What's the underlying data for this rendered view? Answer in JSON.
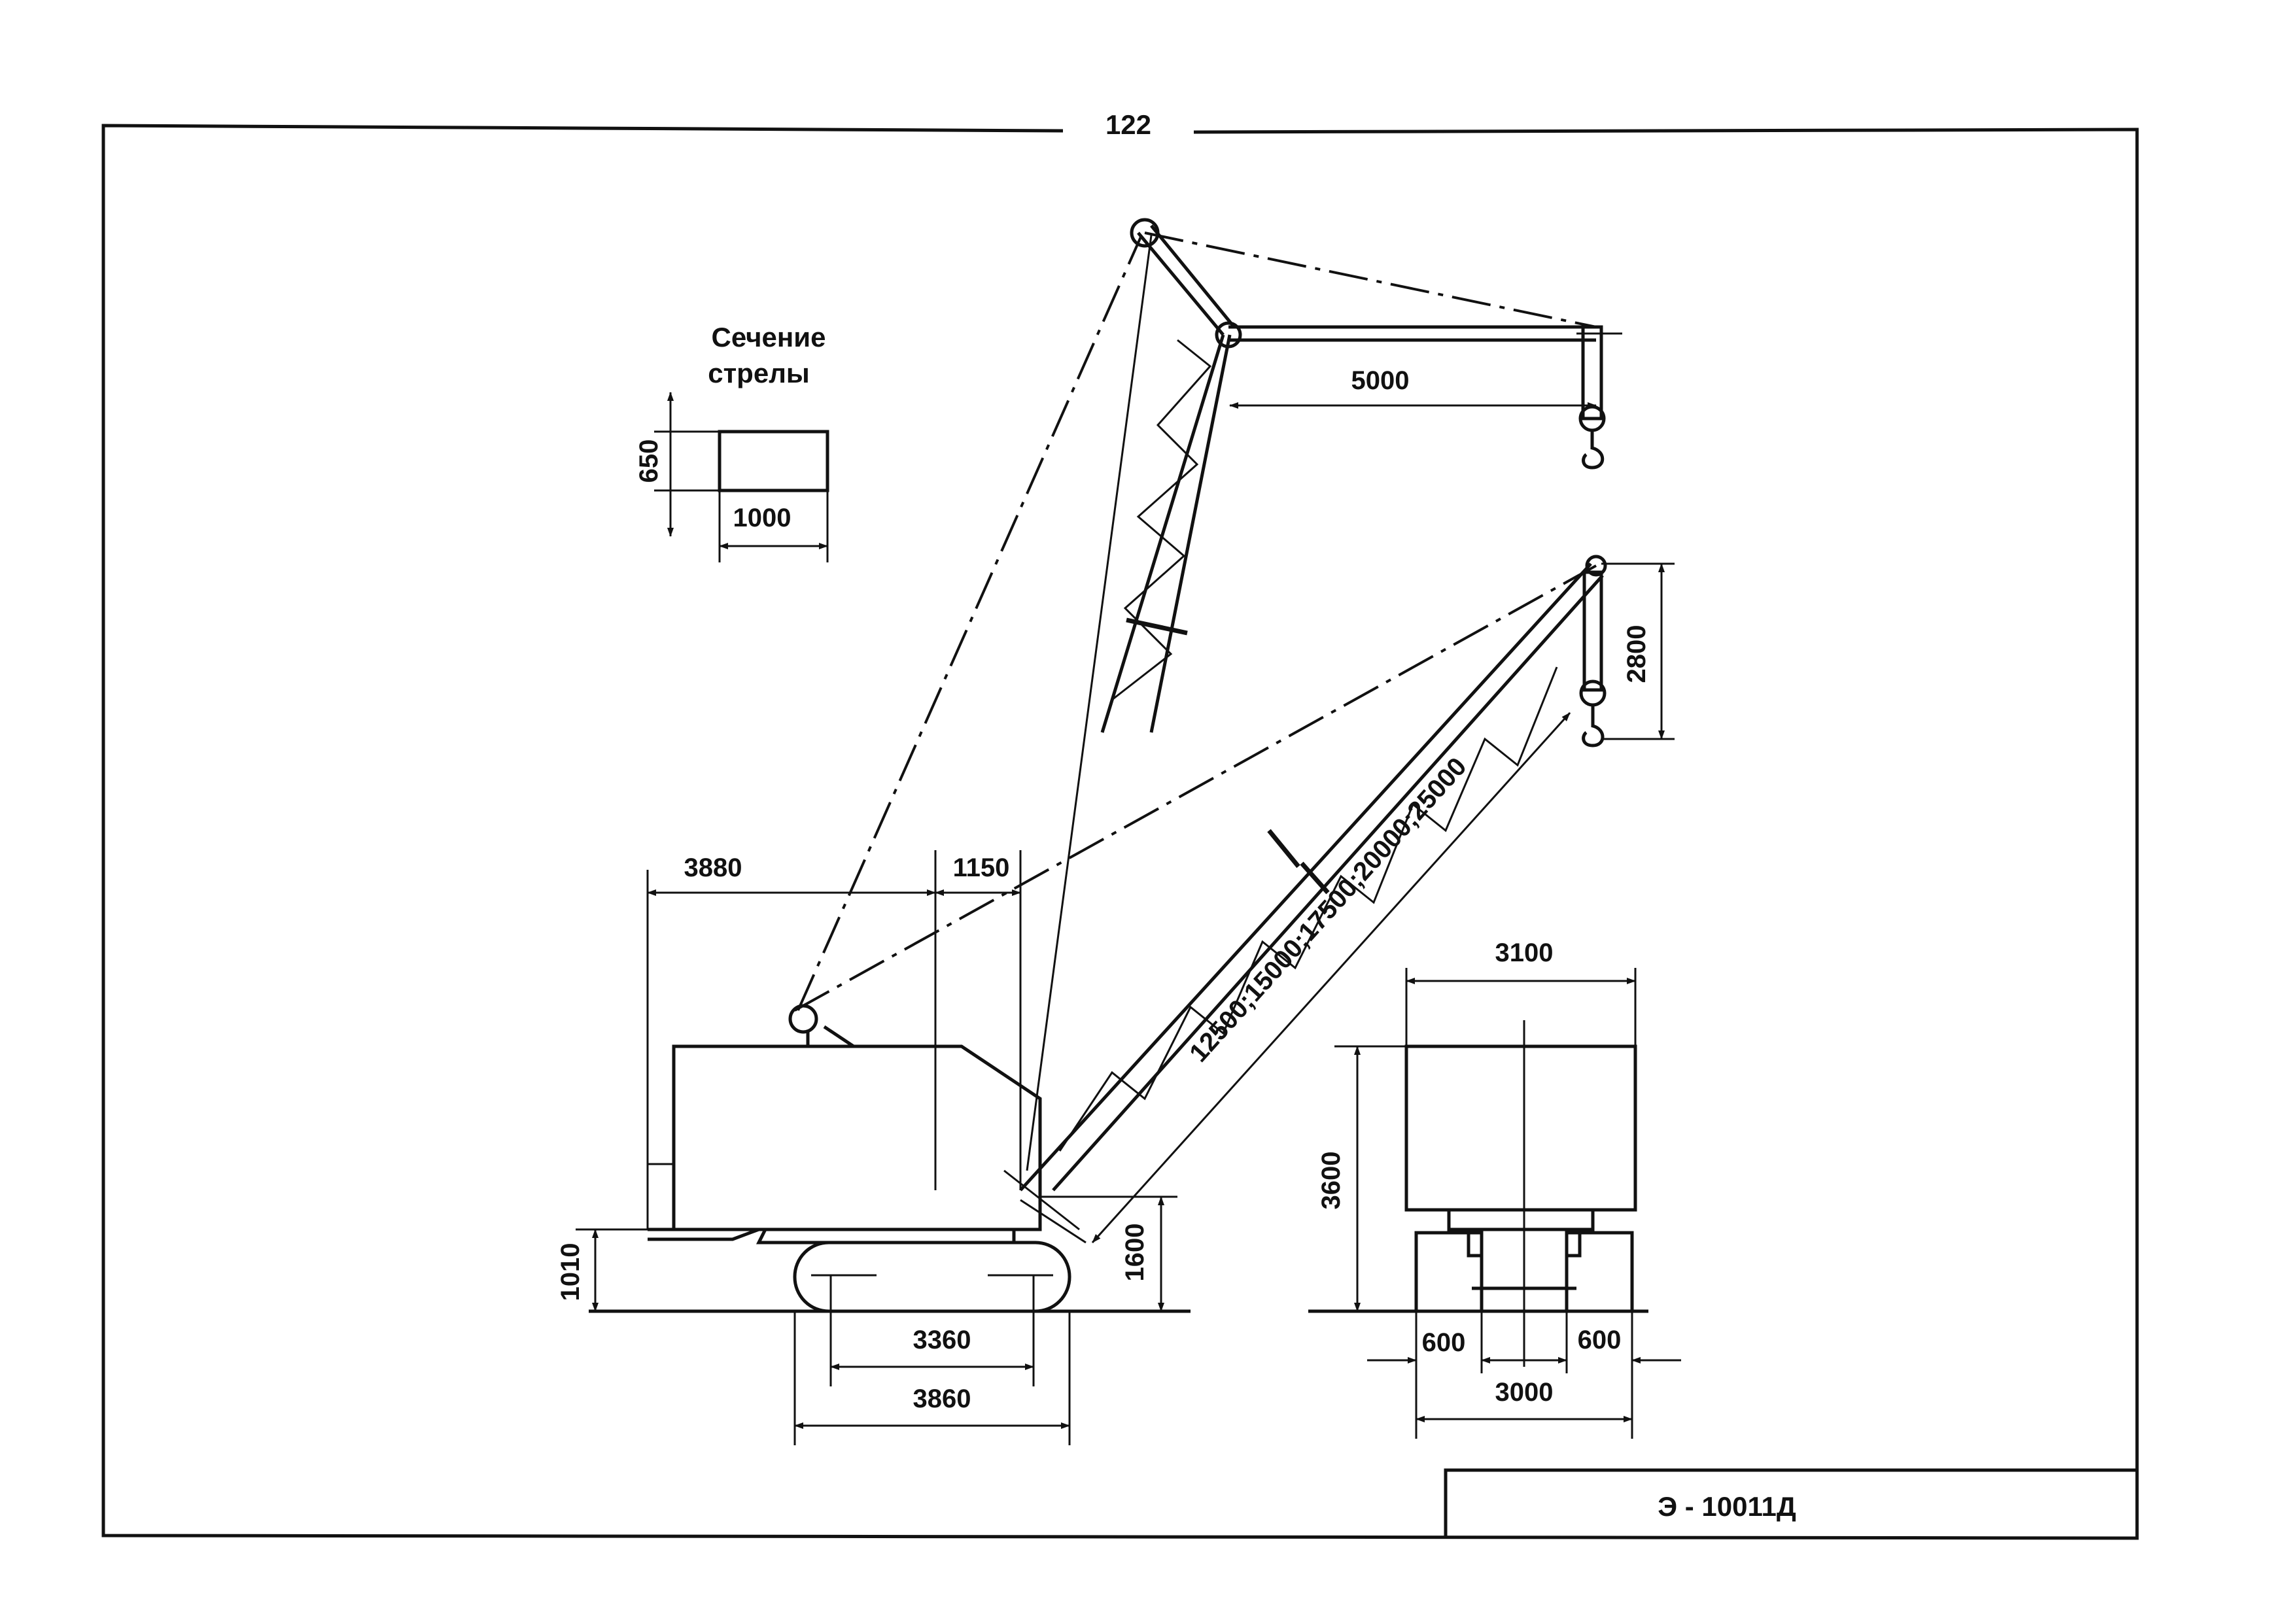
{
  "page": {
    "number": "122"
  },
  "section": {
    "title_line1": "Сечение",
    "title_line2": "стрелы"
  },
  "title_block": {
    "model": "Э - 10011Д"
  },
  "dimensions": {
    "section_height": "650",
    "section_width": "1000",
    "hook_reach": "5000",
    "hook_height": "2800",
    "boom_lengths": "12500;15000;17500;20000;25000",
    "rear_radius": "3880",
    "pivot_offset": "1150",
    "front_width": "3100",
    "front_height": "3600",
    "ground_clearance": "1010",
    "boom_pivot_height": "1600",
    "track_base": "3360",
    "track_length": "3860",
    "track_width_left": "600",
    "track_width_right": "600",
    "track_gauge": "3000"
  }
}
